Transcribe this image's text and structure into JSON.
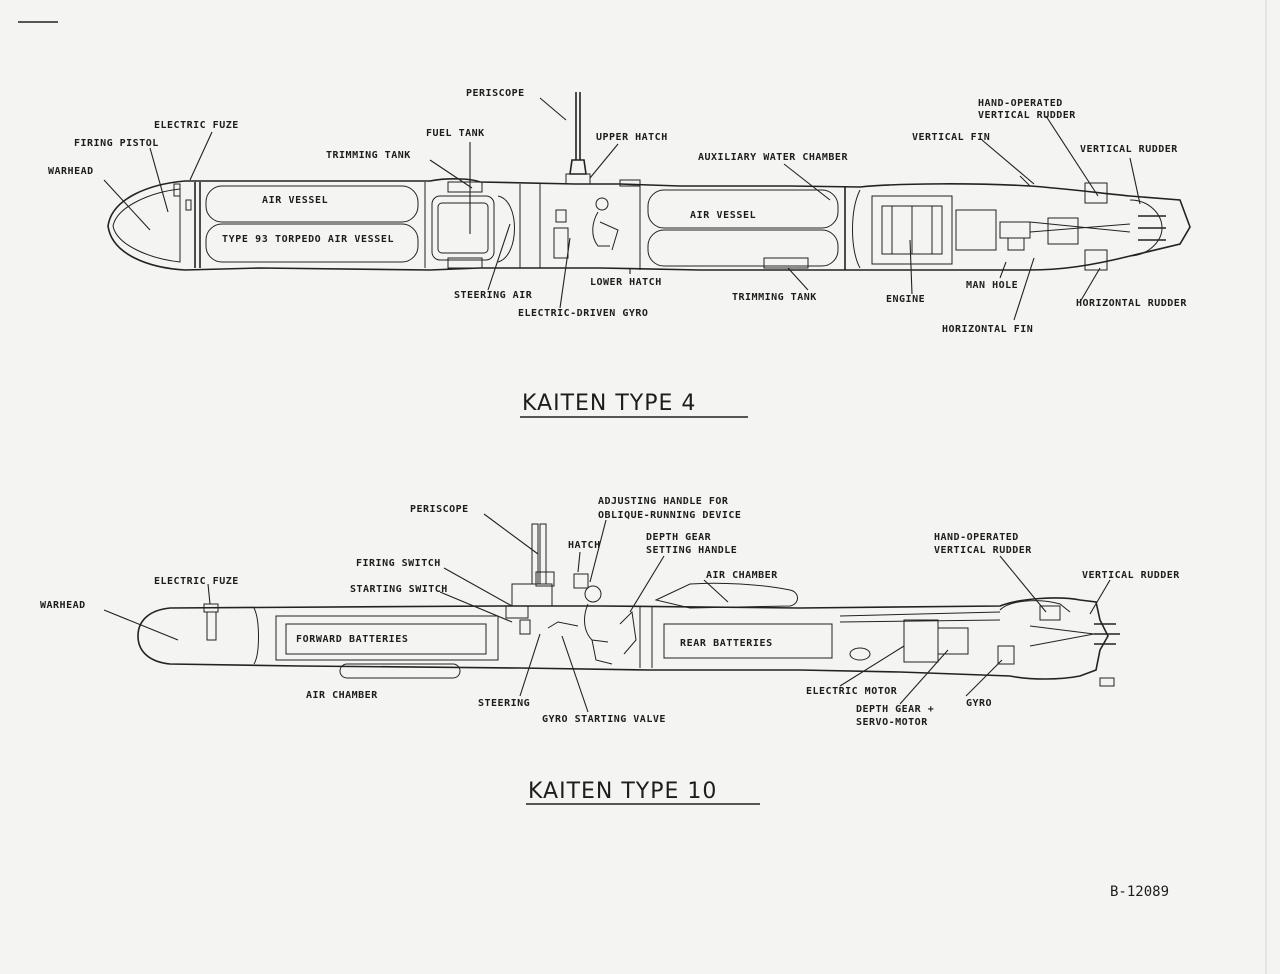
{
  "type4": {
    "title": "KAITEN TYPE 4",
    "labels": {
      "periscope": "PERISCOPE",
      "electric_fuze": "ELECTRIC FUZE",
      "firing_pistol": "FIRING PISTOL",
      "warhead": "WARHEAD",
      "fuel_tank": "FUEL TANK",
      "trimming_tank_top": "TRIMMING TANK",
      "upper_hatch": "UPPER HATCH",
      "auxiliary_water_chamber": "AUXILIARY WATER CHAMBER",
      "hand_operated_vertical_rudder": "HAND-OPERATED VERTICAL RUDDER",
      "vertical_fin": "VERTICAL FIN",
      "vertical_rudder": "VERTICAL RUDDER",
      "air_vessel_fwd": "AIR VESSEL",
      "type93_air_vessel": "TYPE 93 TORPEDO AIR VESSEL",
      "air_vessel_aft": "AIR VESSEL",
      "steering_air": "STEERING AIR",
      "lower_hatch": "LOWER HATCH",
      "electric_driven_gyro": "ELECTRIC-DRIVEN GYRO",
      "trimming_tank_bottom": "TRIMMING TANK",
      "engine": "ENGINE",
      "manhole": "MAN HOLE",
      "horizontal_rudder": "HORIZONTAL RUDDER",
      "horizontal_fin": "HORIZONTAL FIN"
    }
  },
  "type10": {
    "title": "KAITEN TYPE 10",
    "labels": {
      "periscope": "PERISCOPE",
      "adjusting_handle_line1": "ADJUSTING HANDLE FOR",
      "adjusting_handle_line2": "OBLIQUE-RUNNING DEVICE",
      "hatch": "HATCH",
      "depth_gear_line1": "DEPTH GEAR",
      "depth_gear_line2": "SETTING HANDLE",
      "hand_operated_line1": "HAND-OPERATED",
      "hand_operated_line2": "VERTICAL RUDDER",
      "vertical_rudder": "VERTICAL RUDDER",
      "firing_switch": "FIRING SWITCH",
      "starting_switch": "STARTING SWITCH",
      "air_chamber_top": "AIR CHAMBER",
      "electric_fuze": "ELECTRIC FUZE",
      "warhead": "WARHEAD",
      "forward_batteries": "FORWARD BATTERIES",
      "rear_batteries": "REAR BATTERIES",
      "air_chamber_bottom": "AIR CHAMBER",
      "steering": "STEERING",
      "gyro_starting_valve": "GYRO STARTING VALVE",
      "electric_motor": "ELECTRIC MOTOR",
      "depth_gear_servo_line1": "DEPTH GEAR +",
      "depth_gear_servo_line2": "SERVO-MOTOR",
      "gyro": "GYRO"
    }
  },
  "document_code": "B-12089"
}
